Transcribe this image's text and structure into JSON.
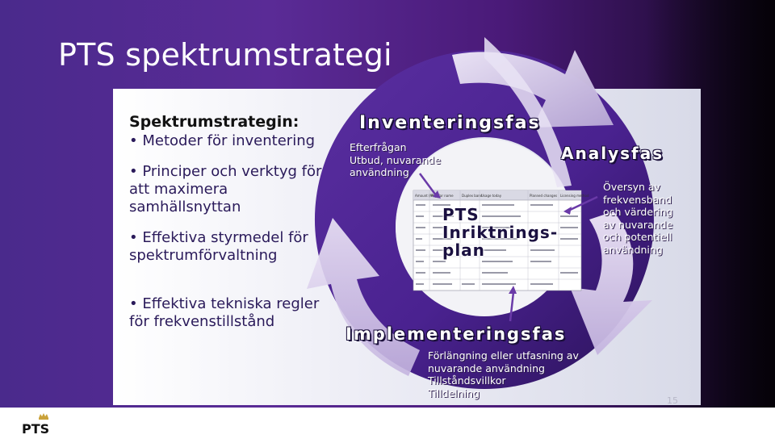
{
  "slide": {
    "title": "PTS spektrumstrategi",
    "page_number": "15"
  },
  "left_panel": {
    "heading": "Spektrumstrategin:",
    "bullets": [
      "Metoder för inventering",
      "Principer och verktyg för att maximera samhällsnyttan",
      "Effektiva styrmedel för spektrumförvaltning",
      "Effektiva tekniska regler för frekvenstillstånd"
    ]
  },
  "cycle": {
    "inventering": {
      "title": "Inventeringsfas",
      "lines": [
        "Efterfrågan",
        "Utbud, nuvarande",
        "användning"
      ]
    },
    "analys": {
      "title": "Analysfas",
      "lines": [
        "Översyn av",
        "frekvensband",
        "och värdering",
        "av nuvarande",
        "och potentiell",
        "användning"
      ]
    },
    "implementering": {
      "title": "Implementeringsfas",
      "lines": [
        "Förlängning eller utfasning av",
        "nuvarande användning",
        "Tillståndsvillkor",
        "Tilldelning"
      ]
    },
    "center": {
      "lines": [
        "PTS",
        "Inriktnings-",
        "plan"
      ]
    },
    "table_headers": [
      "Amount (MHz)",
      "Popular name",
      "Duplex band",
      "Usage today",
      "Planned changes",
      "Licensing method"
    ]
  },
  "logo": {
    "text": "PTS",
    "crown_icon": "crown-icon"
  },
  "colors": {
    "purple_dark": "#3d1e78",
    "purple_mid": "#6a3aa8",
    "arrow_light": "#d8cfea",
    "panel_light": "#eeeef6"
  }
}
